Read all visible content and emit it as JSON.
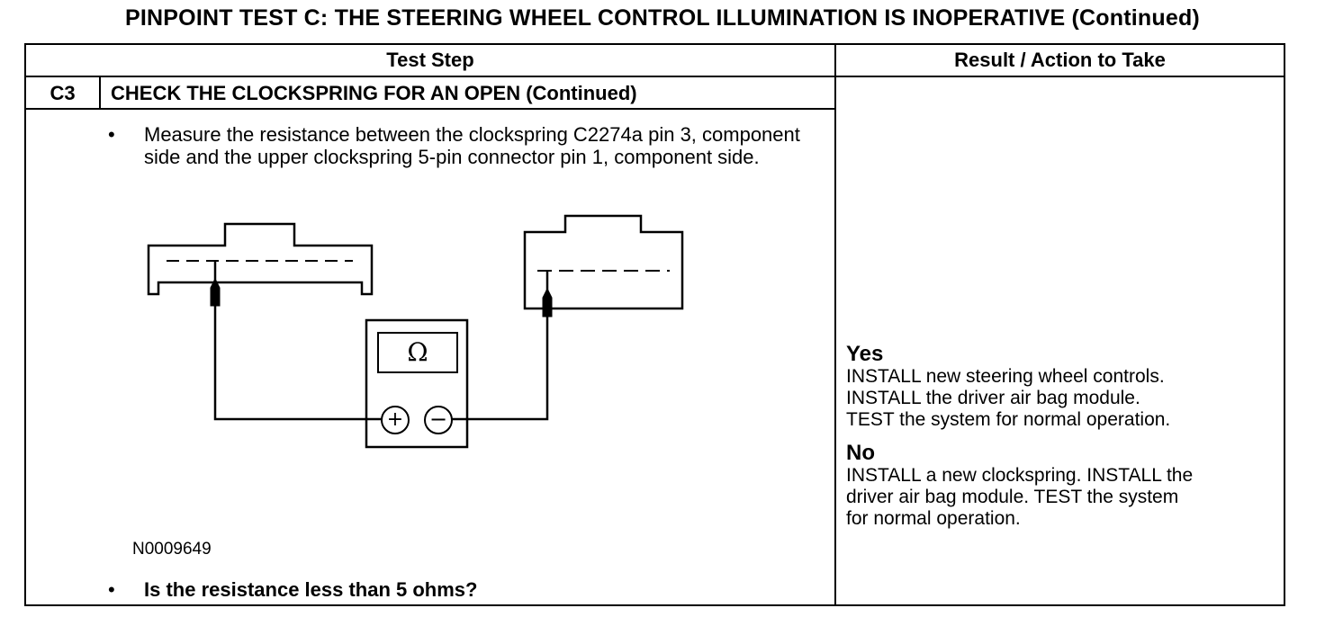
{
  "title": "PINPOINT TEST C: THE STEERING WHEEL CONTROL ILLUMINATION IS INOPERATIVE (Continued)",
  "table": {
    "header_test_step": "Test Step",
    "header_result": "Result / Action to Take"
  },
  "step": {
    "id": "C3",
    "title": "CHECK THE CLOCKSPRING FOR AN OPEN (Continued)",
    "bullet": "•",
    "instruction": "Measure the resistance between the clockspring C2274a pin 3, component side and the upper clockspring 5-pin connector pin 1, component side.",
    "figure_id": "N0009649",
    "question": "Is the resistance less than 5 ohms?"
  },
  "meter": {
    "display_symbol": "Ω",
    "plus_symbol": "+",
    "minus_symbol": "−"
  },
  "results": {
    "yes_label": "Yes",
    "yes_lines": [
      "INSTALL new steering wheel controls.",
      "INSTALL the driver air bag module.",
      "TEST the system for normal operation."
    ],
    "no_label": "No",
    "no_lines": [
      "INSTALL a new clockspring. INSTALL the",
      "driver air bag module. TEST the system",
      "for normal operation."
    ]
  }
}
